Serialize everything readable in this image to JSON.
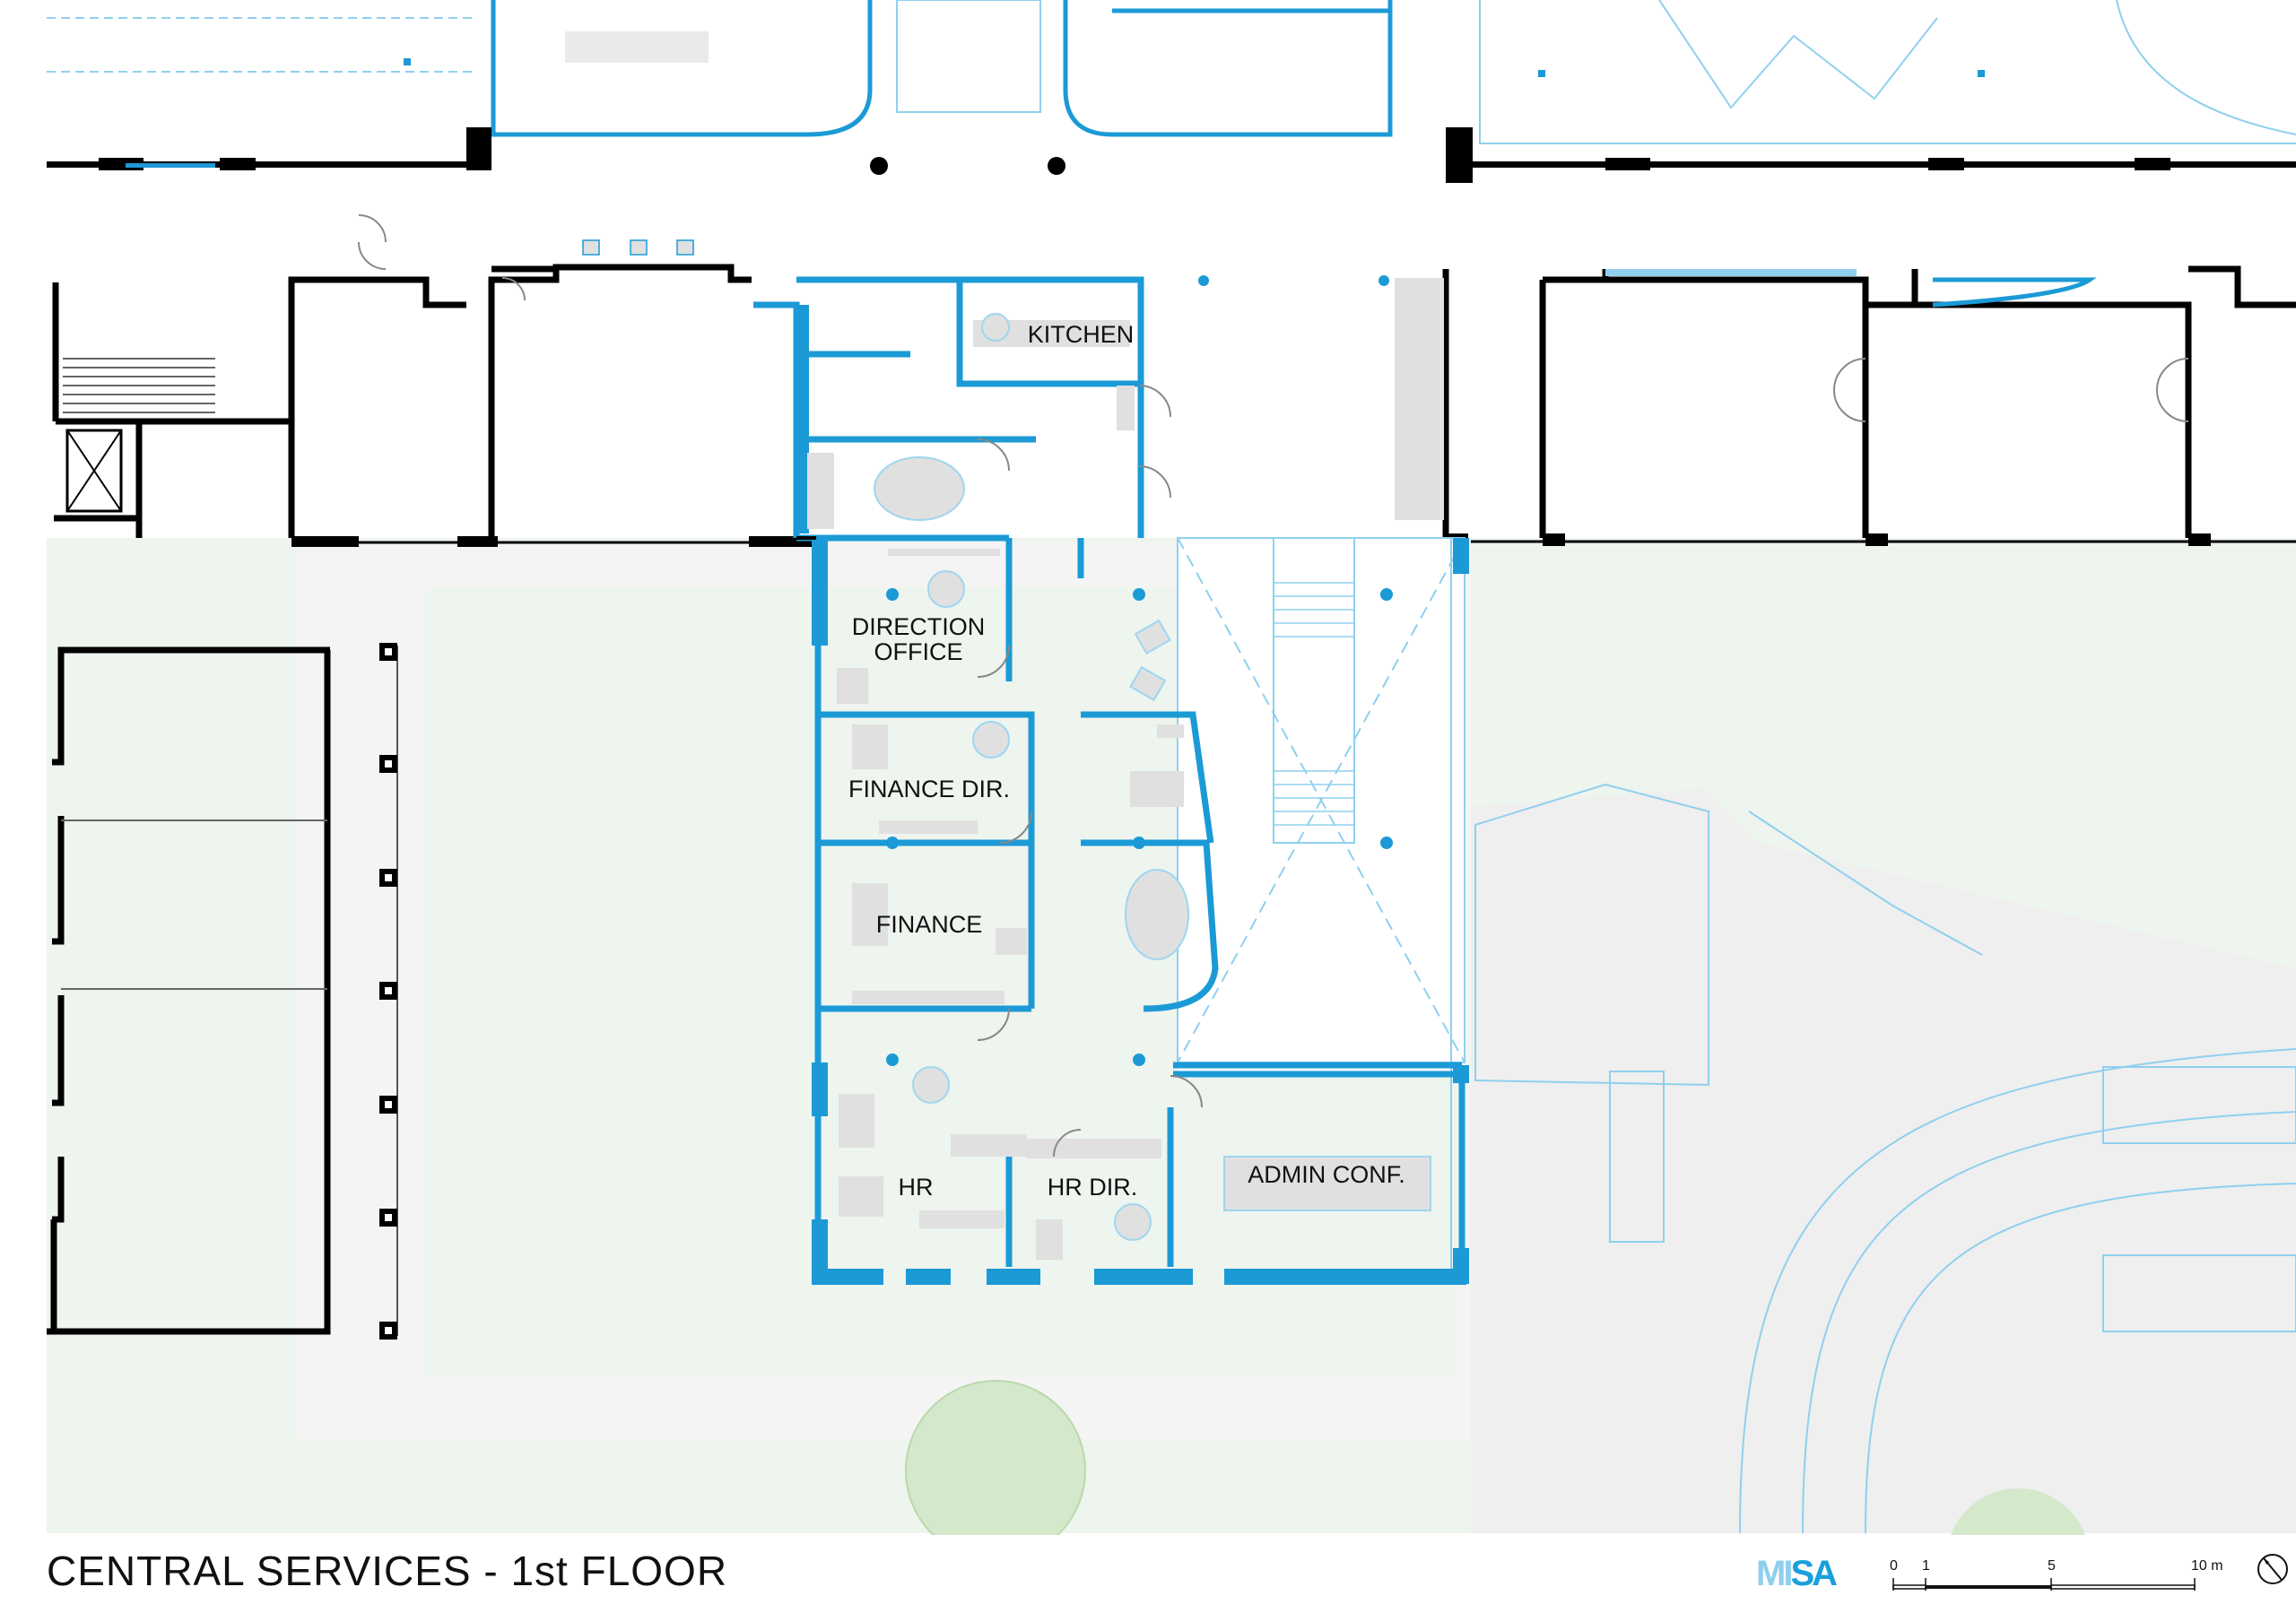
{
  "drawing": {
    "title": "CENTRAL SERVICES - 1st FLOOR",
    "logo": {
      "part1": "MI",
      "part2": "SA"
    },
    "scale_labels": [
      "0",
      "1",
      "5",
      "10 m"
    ],
    "colors": {
      "accent": "#1b9ad6",
      "wall": "#000000",
      "furniture": "#e0e0e0",
      "lawn": "#eef4ee",
      "paving": "#efefef",
      "tree": "#d4e8cb"
    }
  },
  "rooms": {
    "kitchen": "KITCHEN",
    "direction_office_l1": "DIRECTION",
    "direction_office_l2": "OFFICE",
    "finance_dir": "FINANCE DIR.",
    "finance": "FINANCE",
    "hr": "HR",
    "hr_dir": "HR DIR.",
    "admin_conf": "ADMIN CONF."
  }
}
